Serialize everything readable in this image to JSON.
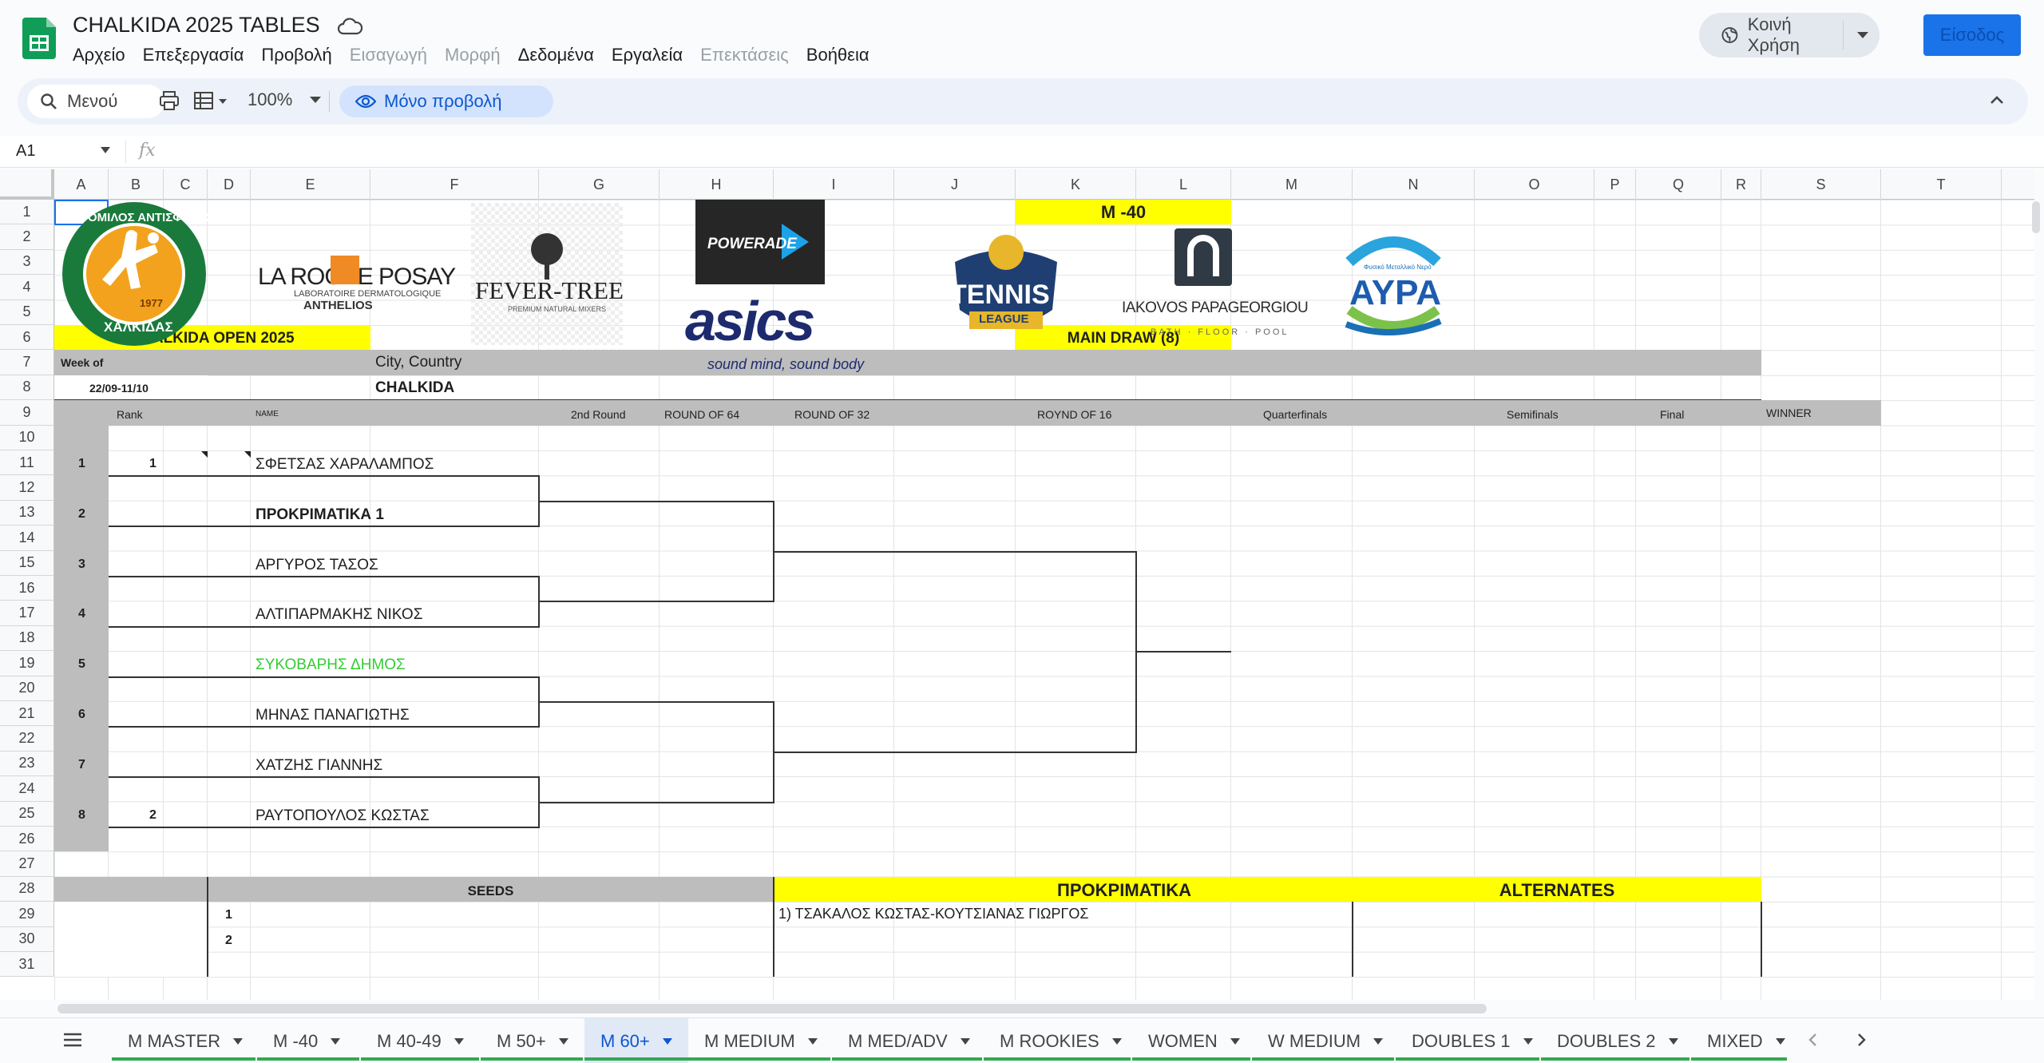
{
  "app": {
    "title": "CHALKIDA 2025 TABLES",
    "menu": [
      "Αρχείο",
      "Επεξεργασία",
      "Προβολή",
      "Εισαγωγή",
      "Μορφή",
      "Δεδομένα",
      "Εργαλεία",
      "Επεκτάσεις",
      "Βοήθεια"
    ],
    "menu_disabled": [
      false,
      false,
      false,
      true,
      true,
      false,
      false,
      true,
      false
    ],
    "share_label": "Κοινή Χρήση",
    "signin_label": "Είσοδος"
  },
  "toolbar": {
    "search_label": "Μενού",
    "zoom": "100%",
    "view_only_label": "Μόνο προβολή"
  },
  "formula": {
    "cell_ref": "A1",
    "fx": "fx"
  },
  "columns": [
    "A",
    "B",
    "C",
    "D",
    "E",
    "F",
    "G",
    "H",
    "I",
    "J",
    "K",
    "L",
    "M",
    "N",
    "O",
    "P",
    "Q",
    "R",
    "S",
    "T"
  ],
  "rows": [
    "1",
    "2",
    "3",
    "4",
    "5",
    "6",
    "7",
    "8",
    "9",
    "10",
    "11",
    "12",
    "13",
    "14",
    "15",
    "16",
    "17",
    "18",
    "19",
    "20",
    "21",
    "22",
    "23",
    "24",
    "25",
    "26",
    "27",
    "28",
    "29",
    "30",
    "31"
  ],
  "sheet": {
    "title_cell": "M -40",
    "event": "CHALKIDA OPEN 2025",
    "main_draw": "MAIN DRAW (8)",
    "week_label": "Week of",
    "week_value": "22/09-11/10",
    "city_label": "City, Country",
    "city_value": "CHALKIDA",
    "headers": {
      "rank": "Rank",
      "name": "NAME",
      "r2": "2nd Round",
      "r64": "ROUND OF 64",
      "r32": "ROUND OF 32",
      "r16": "ROYND OF 16",
      "qf": "Quarterfinals",
      "sf": "Semifinals",
      "final": "Final",
      "winner": "WINNER"
    },
    "players": [
      {
        "pos": "1",
        "seed": "1",
        "name": "ΣΦΕΤΣΑΣ ΧΑΡΑΛΑΜΠΟΣ",
        "style": "normal"
      },
      {
        "pos": "2",
        "seed": "",
        "name": "ΠΡΟΚΡΙΜΑΤΙΚΑ 1",
        "style": "bold"
      },
      {
        "pos": "3",
        "seed": "",
        "name": "ΑΡΓΥΡΟΣ ΤΑΣΟΣ",
        "style": "normal"
      },
      {
        "pos": "4",
        "seed": "",
        "name": "ΑΛΤΙΠΑΡΜΑΚΗΣ ΝΙΚΟΣ",
        "style": "normal"
      },
      {
        "pos": "5",
        "seed": "",
        "name": "ΣΥΚΟΒΑΡΗΣ ΔΗΜΟΣ",
        "style": "green"
      },
      {
        "pos": "6",
        "seed": "",
        "name": "ΜΗΝΑΣ ΠΑΝΑΓΙΩΤΗΣ",
        "style": "normal"
      },
      {
        "pos": "7",
        "seed": "",
        "name": "ΧΑΤΖΗΣ ΓΙΑΝΝΗΣ",
        "style": "normal"
      },
      {
        "pos": "8",
        "seed": "2",
        "name": "ΡΑΥΤΟΠΟΥΛΟΣ ΚΩΣΤΑΣ",
        "style": "normal"
      }
    ],
    "seeds_label": "SEEDS",
    "seed_numbers": [
      "1",
      "2"
    ],
    "qualifiers_label": "ΠΡΟΚΡΙΜΑΤΙΚΑ",
    "qualifier_1": "1) ΤΣΑΚΑΛΟΣ ΚΩΣΤΑΣ-ΚΟΥΤΣΙΑΝΑΣ ΓΙΩΡΓΟΣ",
    "alternates_label": "ALTERNATES"
  },
  "sponsors": {
    "club_top": "ΟΜΙΛΟΣ ΑΝΤΙΣΦΑΙΡΙΣΗΣ",
    "club_year": "1977",
    "club_bottom": "ΧΑΛΚΙΔΑΣ",
    "laroche_1": "LA ROCHE POSAY",
    "laroche_2": "LABORATOIRE DERMATOLOGIQUE",
    "laroche_3": "ANTHELIOS",
    "fevertree_1": "FEVER-TREE",
    "fevertree_2": "PREMIUM NATURAL MIXERS",
    "powerade": "POWERADE",
    "asics": "asics",
    "asics_tag": "sound mind, sound body",
    "tennis_1": "TENNIS",
    "tennis_2": "LEAGUE",
    "iakovos_1": "IAKOVOS PAPAGEORGIOU",
    "iakovos_2": "BATH · FLOOR · POOL",
    "avra_1": "Φυσικό Μεταλλικό Νερό",
    "avra_2": "ΑΥΡΑ"
  },
  "tabs": [
    {
      "label": "M MASTER",
      "active": false
    },
    {
      "label": "M -40",
      "active": false
    },
    {
      "label": "M 40-49",
      "active": false
    },
    {
      "label": "M 50+",
      "active": false
    },
    {
      "label": "M 60+",
      "active": true
    },
    {
      "label": "M MEDIUM",
      "active": false
    },
    {
      "label": "M MED/ADV",
      "active": false
    },
    {
      "label": "M ROOKIES",
      "active": false
    },
    {
      "label": "WOMEN",
      "active": false
    },
    {
      "label": "W MEDIUM",
      "active": false
    },
    {
      "label": "DOUBLES 1",
      "active": false
    },
    {
      "label": "DOUBLES 2",
      "active": false
    },
    {
      "label": "MIXED",
      "active": false
    }
  ],
  "colors": {
    "accent_blue": "#1a73e8",
    "yellow": "#ffff00",
    "gray_fill": "#bdbdbd",
    "green_text": "#33cc33",
    "tab_underline": "#34a853"
  }
}
